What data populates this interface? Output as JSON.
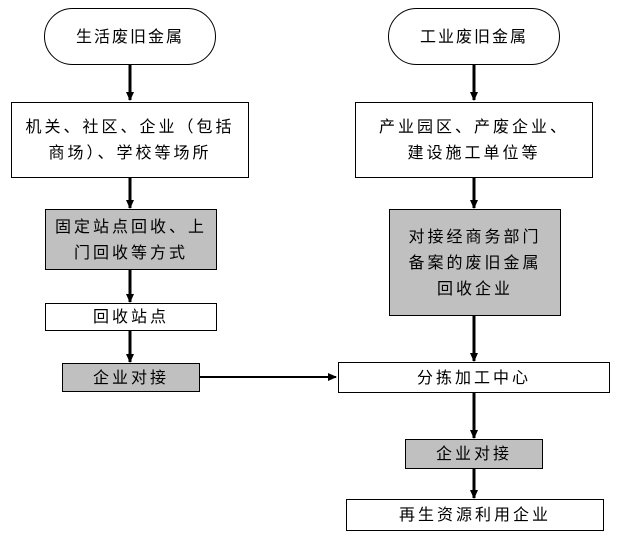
{
  "diagram": {
    "nodes": {
      "domestic_scrap": "生活废旧金属",
      "industrial_scrap": "工业废旧金属",
      "domestic_sources": "机关、社区、企业（包括商场）、学校等场所",
      "industrial_sources": "产业园区、产废企业、建设施工单位等",
      "recycling_methods": "固定站点回收、上门回收等方式",
      "filed_enterprises": "对接经商务部门备案的废旧金属回收企业",
      "recycling_station": "回收站点",
      "enterprise_docking_left": "企业对接",
      "sorting_center": "分拣加工中心",
      "enterprise_docking_right": "企业对接",
      "renewable_enterprise": "再生资源利用企业"
    },
    "colors": {
      "line": "#000000",
      "gray_fill": "#c0c0c0",
      "white_fill": "#ffffff"
    }
  }
}
